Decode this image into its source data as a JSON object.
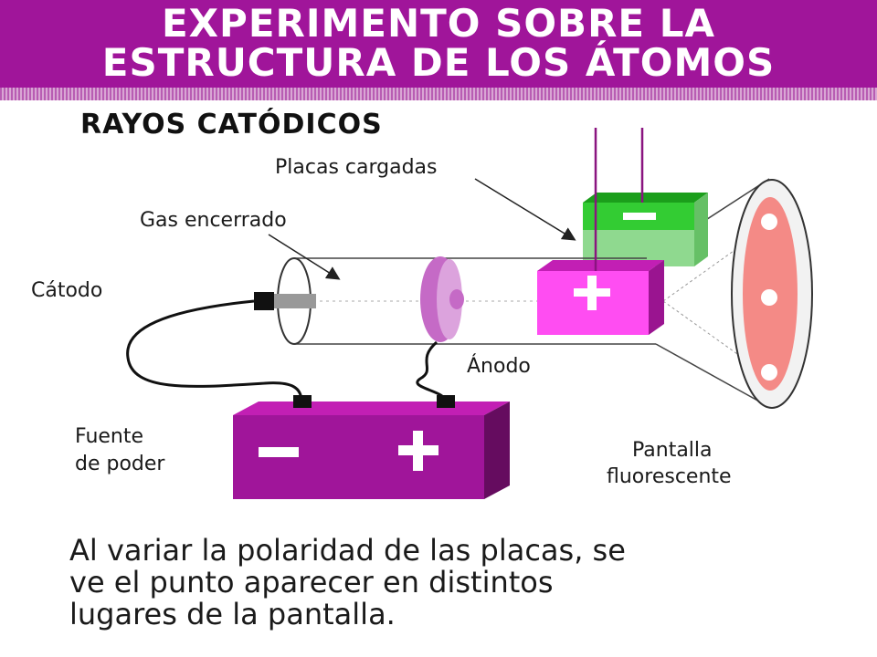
{
  "header": {
    "title_line1": "EXPERIMENTO SOBRE LA",
    "title_line2": "ESTRUCTURA DE LOS ÁTOMOS"
  },
  "diagram": {
    "title": "RAYOS CATÓDICOS",
    "labels": {
      "placas": "Placas cargadas",
      "gas": "Gas encerrado",
      "catodo": "Cátodo",
      "anodo": "Ánodo",
      "fuente_line1": "Fuente",
      "fuente_line2": "de poder",
      "pantalla_line1": "Pantalla",
      "pantalla_line2": "fluorescente"
    },
    "battery": {
      "negative": "−",
      "positive": "+"
    },
    "plates": {
      "negative": "−",
      "positive": "+"
    },
    "colors": {
      "header": "#a0159a",
      "battery": "#a0159a",
      "plate_negative": "#33cc33",
      "plate_positive": "#ff4df2",
      "anode": "#c56ac6",
      "screen": "#f48a86"
    }
  },
  "caption": {
    "line1": "Al variar la polaridad de las placas, se",
    "line2": "ve el punto aparecer en distintos",
    "line3": "lugares de la pantalla."
  }
}
